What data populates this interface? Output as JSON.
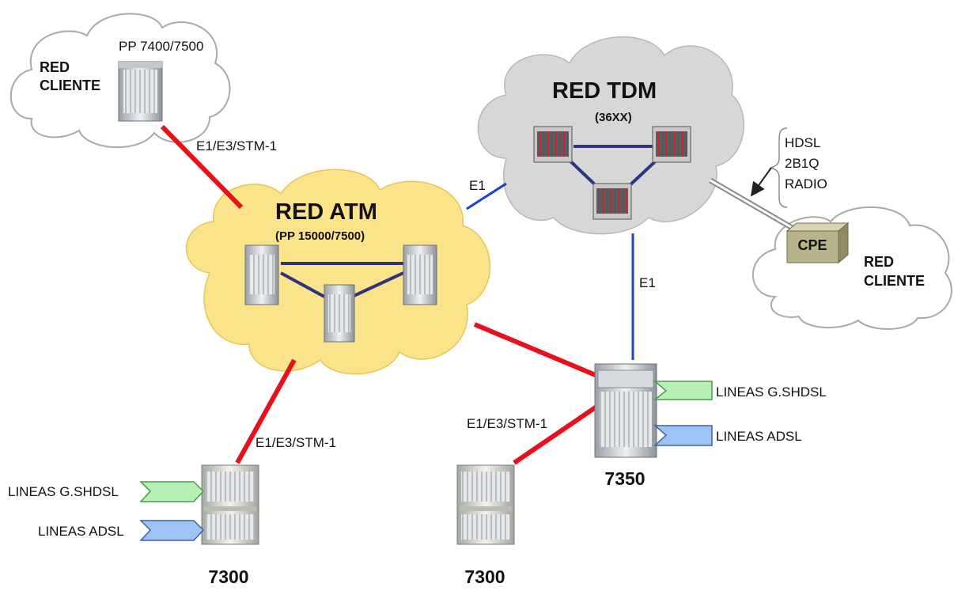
{
  "colors": {
    "atm_cloud": "#fbe38a",
    "tdm_cloud": "#d7d7d7",
    "client_cloud": "#ffffff",
    "red_link": "#e8101a",
    "blue_link": "#1f3fd0",
    "navy_link": "#2d3380",
    "gshdsl_arrow": "#b7f0b4",
    "adsl_arrow": "#9ec4f5",
    "cpe_box": "#b8b48a"
  },
  "clouds": {
    "client_top": {
      "title_line1": "RED",
      "title_line2": "CLIENTE",
      "device": "PP 7400/7500"
    },
    "tdm": {
      "title": "RED TDM",
      "subtitle": "(36XX)"
    },
    "atm": {
      "title": "RED ATM",
      "subtitle": "(PP 15000/7500)"
    },
    "client_right": {
      "title_line1": "RED",
      "title_line2": "CLIENTE",
      "device": "CPE"
    }
  },
  "links": {
    "client_atm": "E1/E3/STM-1",
    "atm_tdm": "E1",
    "tdm_7350": "E1",
    "atm_7300": "E1/E3/STM-1",
    "7350_7300": "E1/E3/STM-1"
  },
  "access": {
    "hdsl": "HDSL",
    "b1q": "2B1Q",
    "radio": "RADIO"
  },
  "nodes": {
    "dslam_7350": {
      "label": "7350",
      "gshdsl": "LINEAS G.SHDSL",
      "adsl": "LINEAS ADSL"
    },
    "dslam_7300_left": {
      "label": "7300",
      "gshdsl": "LINEAS G.SHDSL",
      "adsl": "LINEAS ADSL"
    },
    "dslam_7300_mid": {
      "label": "7300"
    }
  }
}
